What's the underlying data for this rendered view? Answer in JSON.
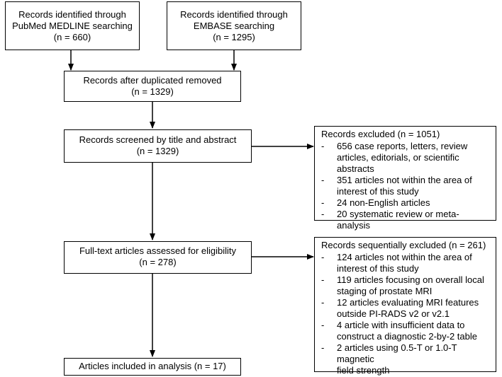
{
  "boxes": {
    "pubmed": [
      "Records identified through",
      "PubMed MEDLINE searching",
      "(n = 660)"
    ],
    "embase": [
      "Records identified through",
      "EMBASE searching",
      "(n = 1295)"
    ],
    "dedup": [
      "Records after duplicated removed",
      "(n = 1329)"
    ],
    "screened": [
      "Records screened by title and abstract",
      "(n = 1329)"
    ],
    "fulltext": [
      "Full-text articles assessed for eligibility",
      "(n = 278)"
    ],
    "included": [
      "Articles included in analysis (n = 17)"
    ]
  },
  "excluded_screening": {
    "title": "Records excluded (n = 1051)",
    "items": [
      [
        "656 case reports, letters, review",
        "articles, editorials, or scientific",
        "abstracts"
      ],
      [
        "351 articles not within the area of",
        "interest of this study"
      ],
      [
        "24 non-English articles"
      ],
      [
        "20 systematic review or meta-analysis"
      ]
    ]
  },
  "excluded_fulltext": {
    "title": "Records sequentially excluded (n = 261)",
    "items": [
      [
        "124 articles not within the area of",
        "interest of this study"
      ],
      [
        "119 articles focusing on overall local",
        "staging of prostate MRI"
      ],
      [
        "12 articles evaluating MRI features",
        "outside PI-RADS v2 or v2.1"
      ],
      [
        "4 article with insufficient data to",
        "construct a diagnostic 2-by-2 table"
      ],
      [
        "2 articles using 0.5-T or 1.0-T magnetic",
        "field strength"
      ]
    ]
  },
  "bullet": "-"
}
